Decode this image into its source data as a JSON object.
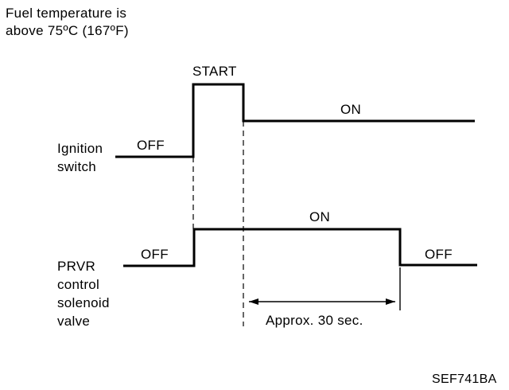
{
  "condition": {
    "line1": "Fuel temperature is",
    "line2": "above 75ºC (167ºF)"
  },
  "ignition_switch": {
    "label_line1": "Ignition",
    "label_line2": "switch",
    "state_off": "OFF",
    "state_start": "START",
    "state_on": "ON"
  },
  "prvr_valve": {
    "label_line1": "PRVR",
    "label_line2": "control",
    "label_line3": "solenoid",
    "label_line4": "valve",
    "state_off_before": "OFF",
    "state_on": "ON",
    "state_off_after": "OFF"
  },
  "duration": {
    "label": "Approx. 30 sec."
  },
  "figure_code": "SEF741BA"
}
